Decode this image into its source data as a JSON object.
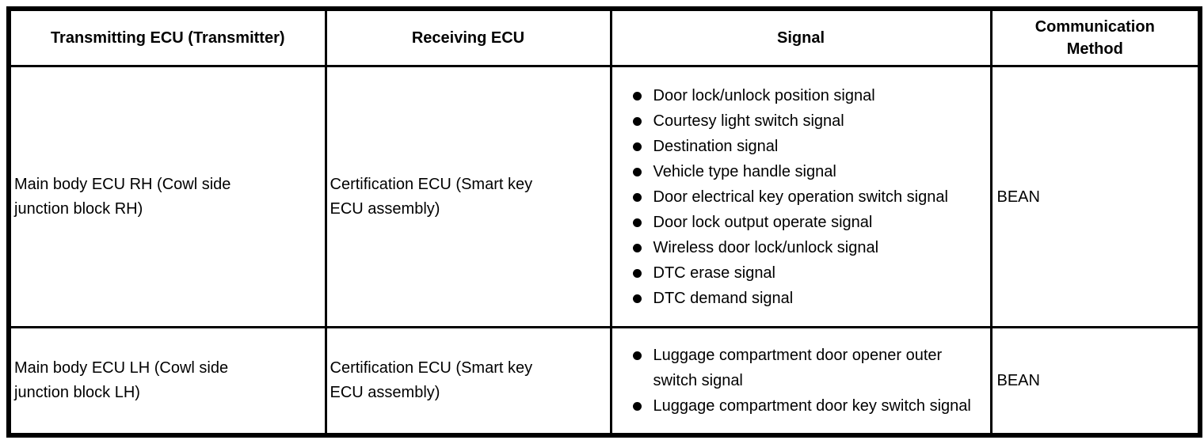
{
  "colors": {
    "background": "#ffffff",
    "text": "#000000",
    "border": "#000000"
  },
  "table": {
    "columns": [
      "Transmitting ECU (Transmitter)",
      "Receiving ECU",
      "Signal",
      "Communication Method"
    ],
    "rows": [
      {
        "transmitting_ecu": "Main body ECU RH (Cowl side junction block RH)",
        "receiving_ecu": "Certification ECU (Smart key ECU assembly)",
        "signals": [
          "Door lock/unlock position signal",
          "Courtesy light switch signal",
          "Destination signal",
          "Vehicle type handle signal",
          "Door electrical key operation switch signal",
          "Door lock output operate signal",
          "Wireless door lock/unlock signal",
          "DTC erase signal",
          "DTC demand signal"
        ],
        "communication_method": "BEAN"
      },
      {
        "transmitting_ecu": "Main body ECU LH (Cowl side junction block LH)",
        "receiving_ecu": "Certification ECU (Smart key ECU assembly)",
        "signals": [
          "Luggage compartment door opener outer switch signal",
          "Luggage compartment door key switch signal"
        ],
        "communication_method": "BEAN"
      }
    ]
  }
}
